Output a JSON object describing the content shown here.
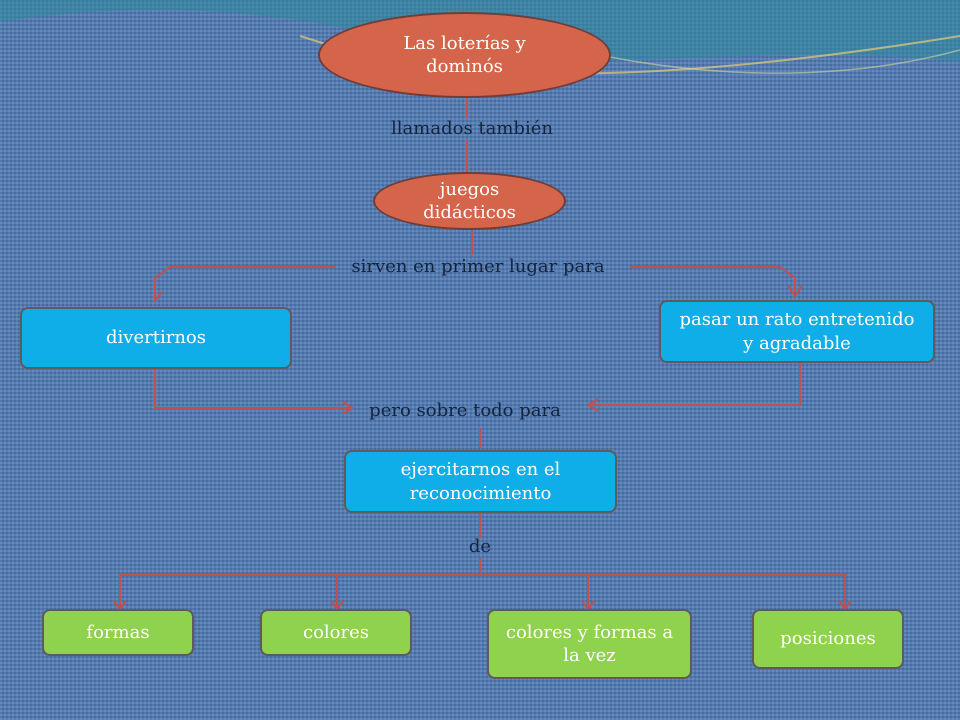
{
  "colors": {
    "background": "#4f79b5",
    "ellipse_fill": "#d4654a",
    "blue_fill": "#10aee8",
    "green_fill": "#8ed24d",
    "connector": "#c0504d",
    "label_text": "#14243c"
  },
  "nodes": {
    "title": "Las loterías y dominós",
    "juegos": "juegos didácticos",
    "divertirnos": "divertirnos",
    "pasar": "pasar un rato entretenido y agradable",
    "ejercitarnos": "ejercitarnos en el reconocimiento",
    "formas": "formas",
    "colores": "colores",
    "colores_formas": "colores y formas a la vez",
    "posiciones": "posiciones"
  },
  "links": {
    "llamados": "llamados también",
    "sirven": "sirven en primer lugar para",
    "pero": "pero sobre todo para",
    "de": "de"
  }
}
